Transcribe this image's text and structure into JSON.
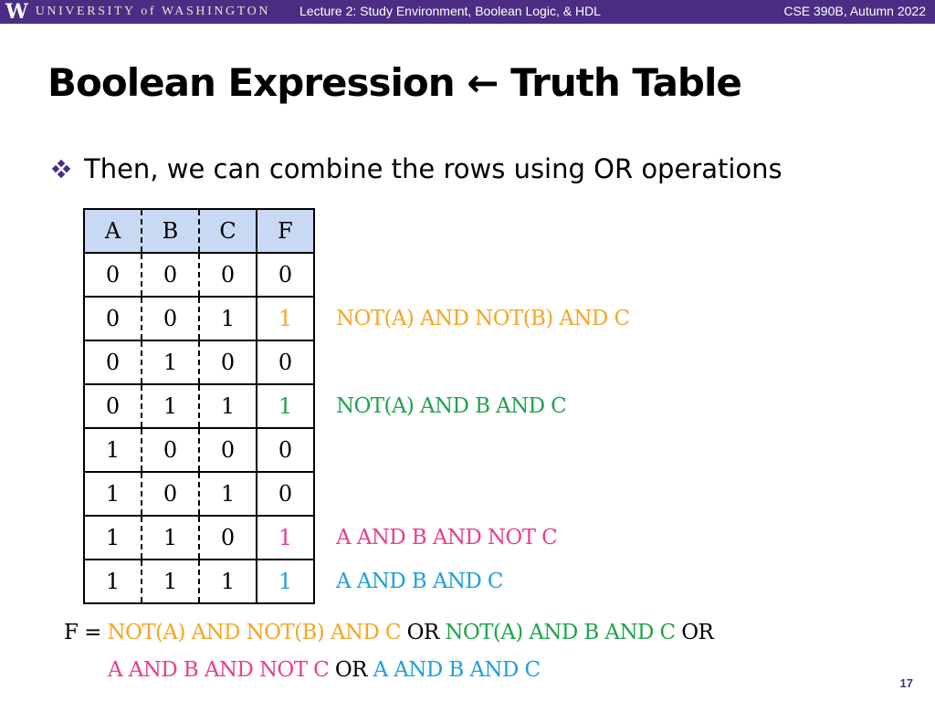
{
  "header": {
    "uw_letter": "W",
    "uw_name": "UNIVERSITY of WASHINGTON",
    "lecture_title": "Lecture 2: Study Environment, Boolean Logic, & HDL",
    "course": "CSE 390B, Autumn 2022"
  },
  "slide": {
    "title": "Boolean Expression ← Truth Table",
    "bullet": "Then, we can combine the rows using OR operations",
    "page_number": "17"
  },
  "truth_table": {
    "headers": [
      "A",
      "B",
      "C",
      "F"
    ],
    "rows": [
      [
        "0",
        "0",
        "0",
        "0"
      ],
      [
        "0",
        "0",
        "1",
        "1"
      ],
      [
        "0",
        "1",
        "0",
        "0"
      ],
      [
        "0",
        "1",
        "1",
        "1"
      ],
      [
        "1",
        "0",
        "0",
        "0"
      ],
      [
        "1",
        "0",
        "1",
        "0"
      ],
      [
        "1",
        "1",
        "0",
        "1"
      ],
      [
        "1",
        "1",
        "1",
        "1"
      ]
    ]
  },
  "row_expressions": {
    "row1": "NOT(A) AND NOT(B) AND C",
    "row3": "NOT(A) AND B AND C",
    "row6": "A AND B AND NOT C",
    "row7": "A AND B AND C"
  },
  "formula": {
    "prefix": "F =",
    "term1": "NOT(A) AND NOT(B) AND C",
    "or1": "OR",
    "term2": "NOT(A) AND B AND C",
    "or2": "OR",
    "term3": "A AND B AND NOT C",
    "or3": "OR",
    "term4": "A AND B AND C"
  },
  "colors": {
    "header_bg": "#4b2e83",
    "table_header_bg": "#c9d9f4",
    "term1": "#f5a623",
    "term2": "#1fa34a",
    "term3": "#e83e8c",
    "term4": "#1ea0d8"
  }
}
